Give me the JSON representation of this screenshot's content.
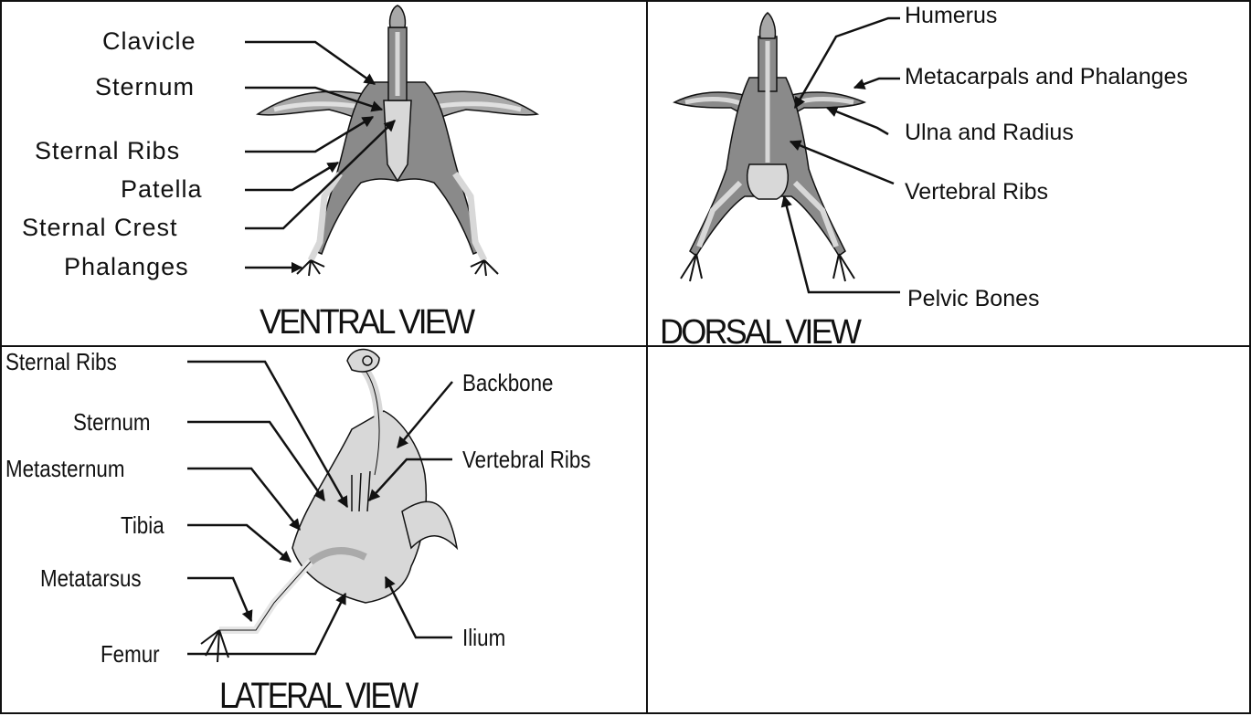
{
  "ventral": {
    "view_title": "VENTRAL VIEW",
    "labels": {
      "clavicle": "Clavicle",
      "sternum": "Sternum",
      "sternal_ribs": "Sternal Ribs",
      "patella": "Patella",
      "sternal_crest": "Sternal Crest",
      "phalanges": "Phalanges"
    }
  },
  "dorsal": {
    "view_title": "DORSAL VIEW",
    "labels": {
      "humerus": "Humerus",
      "metacarpals_phalanges": "Metacarpals and Phalanges",
      "ulna_radius": "Ulna and Radius",
      "vertebral_ribs": "Vertebral Ribs",
      "pelvic_bones": "Pelvic Bones"
    }
  },
  "lateral": {
    "view_title": "LATERAL VIEW",
    "labels": {
      "sternal_ribs": "Sternal Ribs",
      "sternum": "Sternum",
      "metasternum": "Metasternum",
      "tibia": "Tibia",
      "metatarsus": "Metatarsus",
      "femur": "Femur",
      "backbone": "Backbone",
      "vertebral_ribs": "Vertebral Ribs",
      "ilium": "Ilium"
    }
  },
  "colors": {
    "body_dark": "#8a8a8a",
    "body_mid": "#a8a8a8",
    "bone_light": "#d8d8d8",
    "outline": "#111111"
  }
}
